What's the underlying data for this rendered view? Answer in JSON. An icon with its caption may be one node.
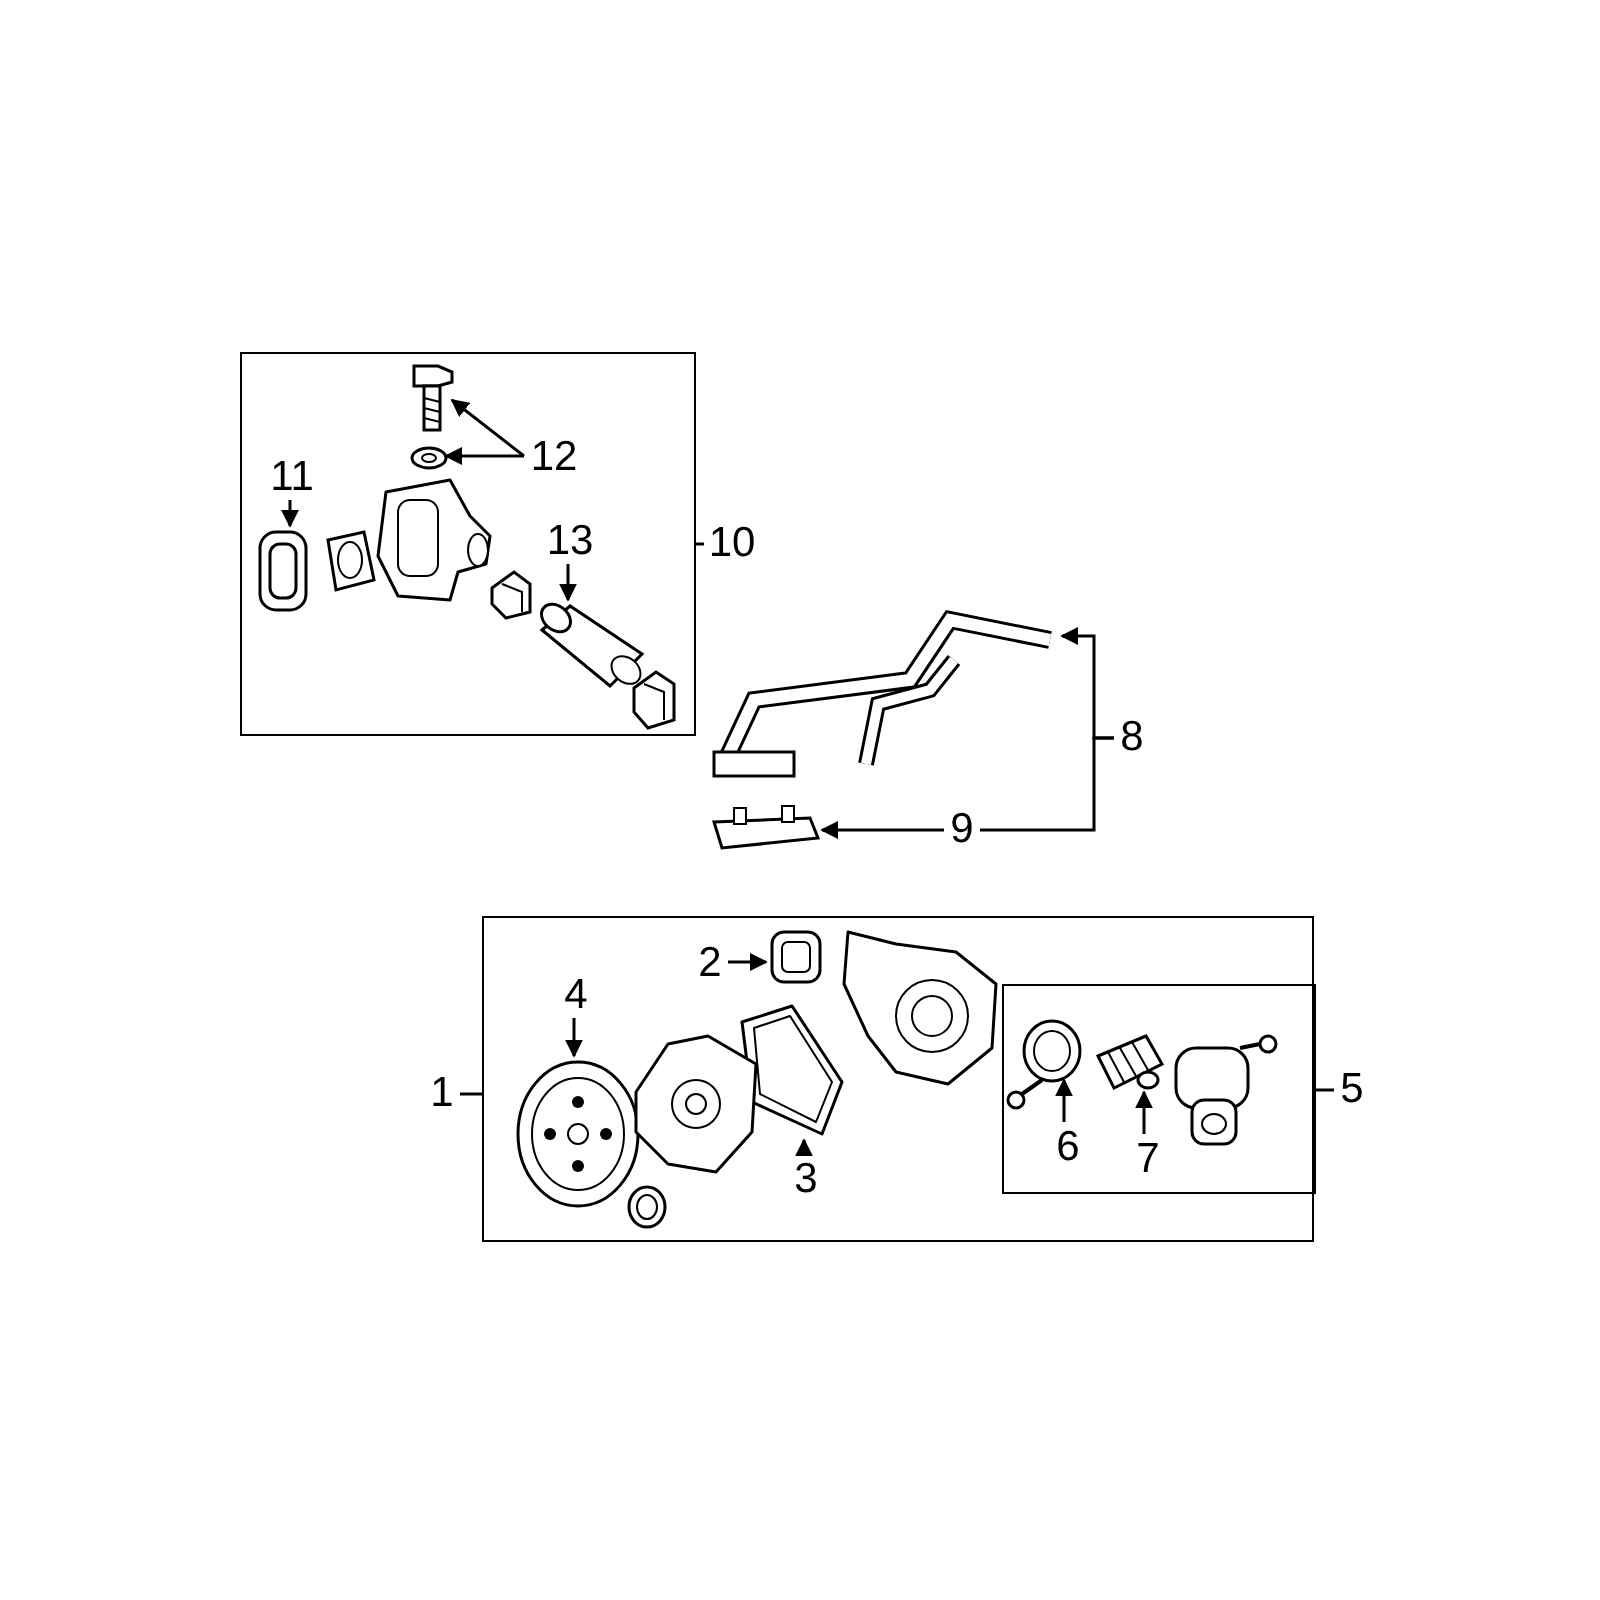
{
  "diagram": {
    "nodes": [
      {
        "text": [],
        "shape": "box"
      },
      {
        "text": [
          "10"
        ]
      },
      {
        "text": [
          "11"
        ],
        "in": 0
      },
      {
        "text": [],
        "shape": "picture",
        "in": 0
      },
      {
        "text": [
          "12"
        ],
        "in": 0
      },
      {
        "text": [],
        "shape": "picture",
        "in": 0
      },
      {
        "text": [],
        "shape": "picture",
        "in": 0
      },
      {
        "text": [
          "13"
        ],
        "in": 0
      },
      {
        "text": [],
        "shape": "picture",
        "in": 0
      },
      {
        "text": [],
        "shape": "picture"
      },
      {
        "text": [],
        "shape": "picture"
      },
      {
        "text": [
          "8"
        ]
      },
      {
        "text": [
          "9"
        ]
      },
      {
        "text": [],
        "shape": "box"
      },
      {
        "text": [
          "1"
        ]
      },
      {
        "text": [
          "2"
        ],
        "in": 13
      },
      {
        "text": [],
        "shape": "picture",
        "in": 13
      },
      {
        "text": [
          "4"
        ],
        "in": 13
      },
      {
        "text": [],
        "shape": "picture",
        "in": 13
      },
      {
        "text": [
          "3"
        ],
        "in": 13
      },
      {
        "text": [],
        "shape": "picture",
        "in": 13
      },
      {
        "text": [],
        "shape": "box",
        "in": 13
      },
      {
        "text": [
          "5"
        ]
      },
      {
        "text": [
          "6"
        ],
        "in": 21
      },
      {
        "text": [],
        "shape": "picture",
        "in": 21
      },
      {
        "text": [
          "7"
        ],
        "in": 21
      },
      {
        "text": [],
        "shape": "picture",
        "in": 21
      }
    ],
    "edges": [
      {
        "from": 1,
        "to": 0,
        "arrow": "none"
      },
      {
        "from": 2,
        "to": 3,
        "arrow": "to"
      },
      {
        "from": 4,
        "to": 5,
        "arrow": "to"
      },
      {
        "from": 4,
        "to": 6,
        "arrow": "to"
      },
      {
        "from": 7,
        "to": 8,
        "arrow": "to"
      },
      {
        "from": 11,
        "to": 9,
        "arrow": "to"
      },
      {
        "from": 11,
        "to": 12,
        "arrow": "none"
      },
      {
        "from": 12,
        "to": 10,
        "arrow": "to"
      },
      {
        "from": 14,
        "to": 13,
        "arrow": "none"
      },
      {
        "from": 15,
        "to": 16,
        "arrow": "to"
      },
      {
        "from": 17,
        "to": 18,
        "arrow": "to"
      },
      {
        "from": 19,
        "to": 20,
        "arrow": "to"
      },
      {
        "from": 22,
        "to": 21,
        "arrow": "none"
      },
      {
        "from": 23,
        "to": 24,
        "arrow": "to"
      },
      {
        "from": 25,
        "to": 26,
        "arrow": "to"
      }
    ]
  }
}
